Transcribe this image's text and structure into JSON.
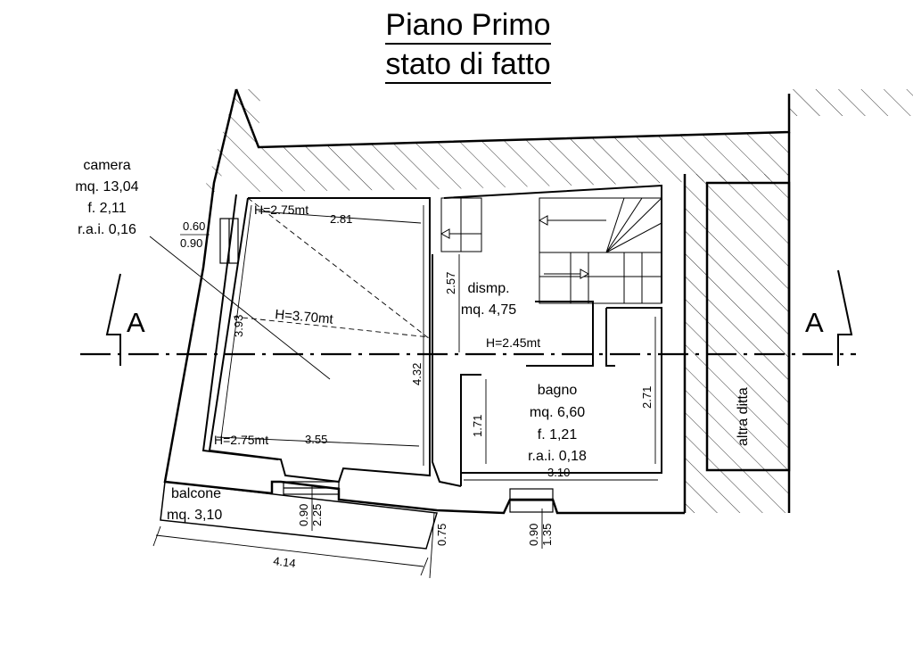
{
  "header": {
    "title": "Piano Primo",
    "subtitle": "stato di fatto"
  },
  "rooms": {
    "camera": {
      "name": "camera",
      "area": "mq. 13,04",
      "f": "f. 2,11",
      "rai": "r.a.i. 0,16"
    },
    "disimpegno": {
      "name": "dismp.",
      "area": "mq. 4,75"
    },
    "bagno": {
      "name": "bagno",
      "area": "mq. 6,60",
      "f": "f. 1,21",
      "rai": "r.a.i. 0,18"
    },
    "balcone": {
      "name": "balcone",
      "area": "mq. 3,10"
    },
    "adjacent": {
      "name": "altra ditta"
    }
  },
  "heights": {
    "camera_top": "H=2.75mt",
    "camera_center": "H=3.70mt",
    "camera_bottom": "H=2.75mt",
    "corridor": "H=2.45mt"
  },
  "dimensions": {
    "camera_top_width": "2.81",
    "camera_left_depth": "3.93",
    "camera_right_depth": "4.32",
    "camera_bottom_width": "3.55",
    "window_left_top": "0.60",
    "window_left_bottom": "0.90",
    "disimpegno_depth": "2.57",
    "bagno_left_depth": "1.71",
    "bagno_right_depth": "2.71",
    "bagno_width": "3.10",
    "door_camera_width": "0.90",
    "door_camera_height": "2.25",
    "door_bagno_width": "0.90",
    "door_bagno_height": "1.35",
    "balcone_length": "4.14",
    "balcone_depth": "0.75"
  },
  "section": {
    "left_label": "A",
    "right_label": "A"
  },
  "colors": {
    "ink": "#000000",
    "background": "#ffffff"
  }
}
